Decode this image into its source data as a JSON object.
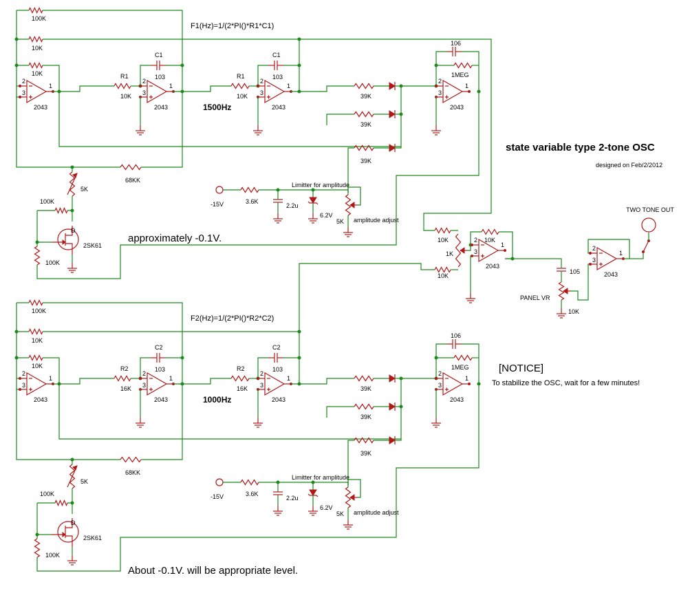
{
  "title": "state variable type 2-tone OSC",
  "designed": "designed on Feb/2/2012",
  "notice": {
    "heading": "[NOTICE]",
    "text": "To stabilize the OSC, wait for a few minutes!"
  },
  "output_label": "TWO TONE OUT",
  "sections": [
    {
      "formula": "F1(Hz)=1/(2*PI()*R1*C1)",
      "freq": "1500Hz",
      "r_label": "R1",
      "c_label": "C1",
      "r_value": "10K",
      "note": "approximately  -0.1V."
    },
    {
      "formula": "F2(Hz)=1/(2*PI()*R2*C2)",
      "freq": "1000Hz",
      "r_label": "R2",
      "c_label": "C2",
      "r_value": "16K",
      "note": "About  -0.1V. will be appropriate level."
    }
  ],
  "labels": {
    "r100k": "100K",
    "r10k": "10K",
    "r68kk": "68KK",
    "r39k": "39K",
    "r1meg": "1MEG",
    "r3k6": "3.6K",
    "r5k": "5K",
    "r1k": "1K",
    "c103": "103",
    "c106": "106",
    "c105": "105",
    "c2u2": "2.2u",
    "z6v2": "6.2V",
    "opamp": "2043",
    "fet": "2SK61",
    "neg15": "-15V",
    "limiter": "Limitter for amplitude",
    "amp_adjust": "amplitude adjust",
    "panel_vr": "PANEL VR",
    "pin1": "1",
    "pin2": "2",
    "pin3": "3",
    "fet_d": "D"
  }
}
